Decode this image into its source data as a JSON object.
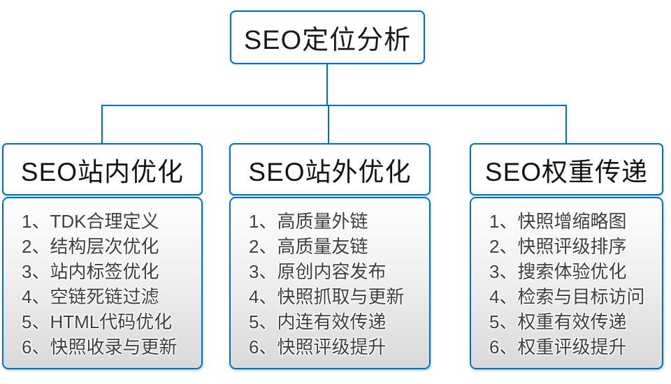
{
  "diagram": {
    "accent_color": "#0070C0",
    "root": {
      "title": "SEO定位分析"
    },
    "branches": [
      {
        "title": "SEO站内优化",
        "items": [
          "1、TDK合理定义",
          "2、结构层次优化",
          "3、站内标签优化",
          "4、空链死链过滤",
          "5、HTML代码优化",
          "6、快照收录与更新"
        ]
      },
      {
        "title": "SEO站外优化",
        "items": [
          "1、高质量外链",
          "2、高质量友链",
          "3、原创内容发布",
          "4、快照抓取与更新",
          "5、内连有效传递",
          "6、快照评级提升"
        ]
      },
      {
        "title": "SEO权重传递",
        "items": [
          "1、快照增缩略图",
          "2、快照评级排序",
          "3、搜索体验优化",
          "4、检索与目标访问",
          "5、权重有效传递",
          "6、权重评级提升"
        ]
      }
    ]
  }
}
